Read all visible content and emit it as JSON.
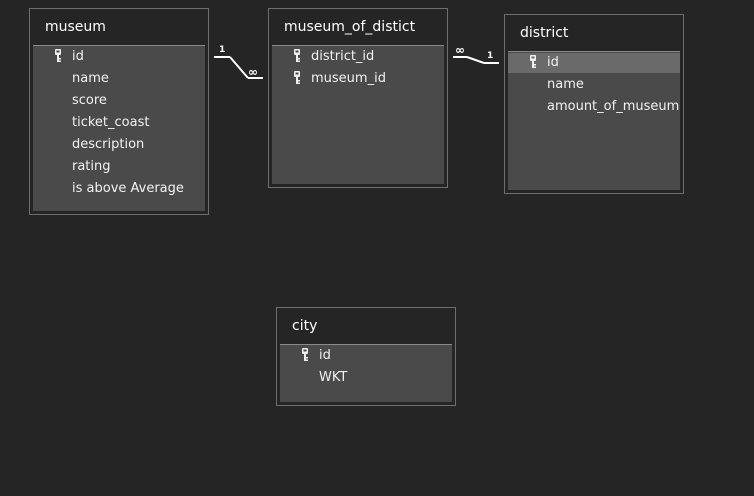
{
  "tables": {
    "museum": {
      "title": "museum",
      "columns": [
        "id",
        "name",
        "score",
        "ticket_coast",
        "description",
        "rating",
        "is above Average"
      ]
    },
    "museum_of_district": {
      "title": "museum_of_distict",
      "columns": [
        "district_id",
        "museum_id"
      ]
    },
    "district": {
      "title": "district",
      "columns": [
        "id",
        "name",
        "amount_of_museum"
      ]
    },
    "city": {
      "title": "city",
      "columns": [
        "id",
        "WKT"
      ]
    }
  },
  "relations": {
    "museum_to_link": {
      "from_cardinality": "1",
      "to_cardinality": "∞"
    },
    "link_to_district": {
      "from_cardinality": "∞",
      "to_cardinality": "1"
    }
  },
  "colors": {
    "background": "#252525",
    "table_border": "#6e6e6e",
    "table_body": "#4a4a4a",
    "selected_row": "#6a6a6a",
    "text": "#ffffff"
  },
  "icons": {
    "primary_key": "key-icon"
  }
}
